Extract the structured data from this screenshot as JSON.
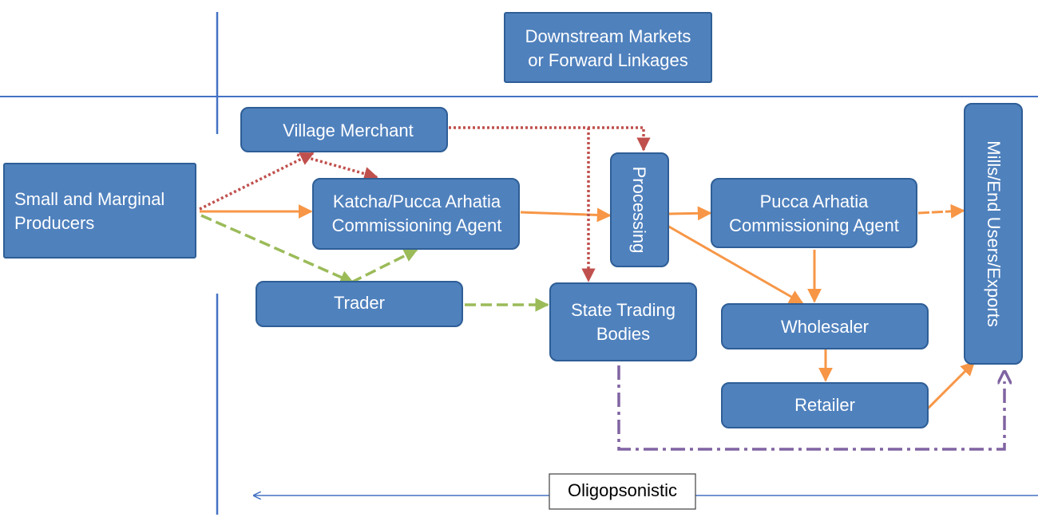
{
  "nodes": {
    "header": [
      "Downstream Markets",
      "or Forward Linkages"
    ],
    "producers": [
      "Small and Marginal",
      "Producers"
    ],
    "village_merchant": [
      "Village Merchant"
    ],
    "katcha_agent": [
      "Katcha/Pucca Arhatia",
      "Commissioning Agent"
    ],
    "trader": [
      "Trader"
    ],
    "processing": [
      "Processing"
    ],
    "state_trading": [
      "State Trading",
      "Bodies"
    ],
    "pucca_agent": [
      "Pucca Arhatia",
      "Commissioning Agent"
    ],
    "wholesaler": [
      "Wholesaler"
    ],
    "retailer": [
      "Retailer"
    ],
    "mills": [
      "Mills/End Users/Exports"
    ]
  },
  "market_label": "Oligopsonistic",
  "colors": {
    "box_fill": "#4f81bd",
    "box_stroke": "#2e5e96",
    "divider": "#4472c4",
    "orange_flow": "#f79646",
    "red_flow": "#c0504d",
    "green_flow": "#9bbb59",
    "purple_flow": "#8064a2"
  }
}
